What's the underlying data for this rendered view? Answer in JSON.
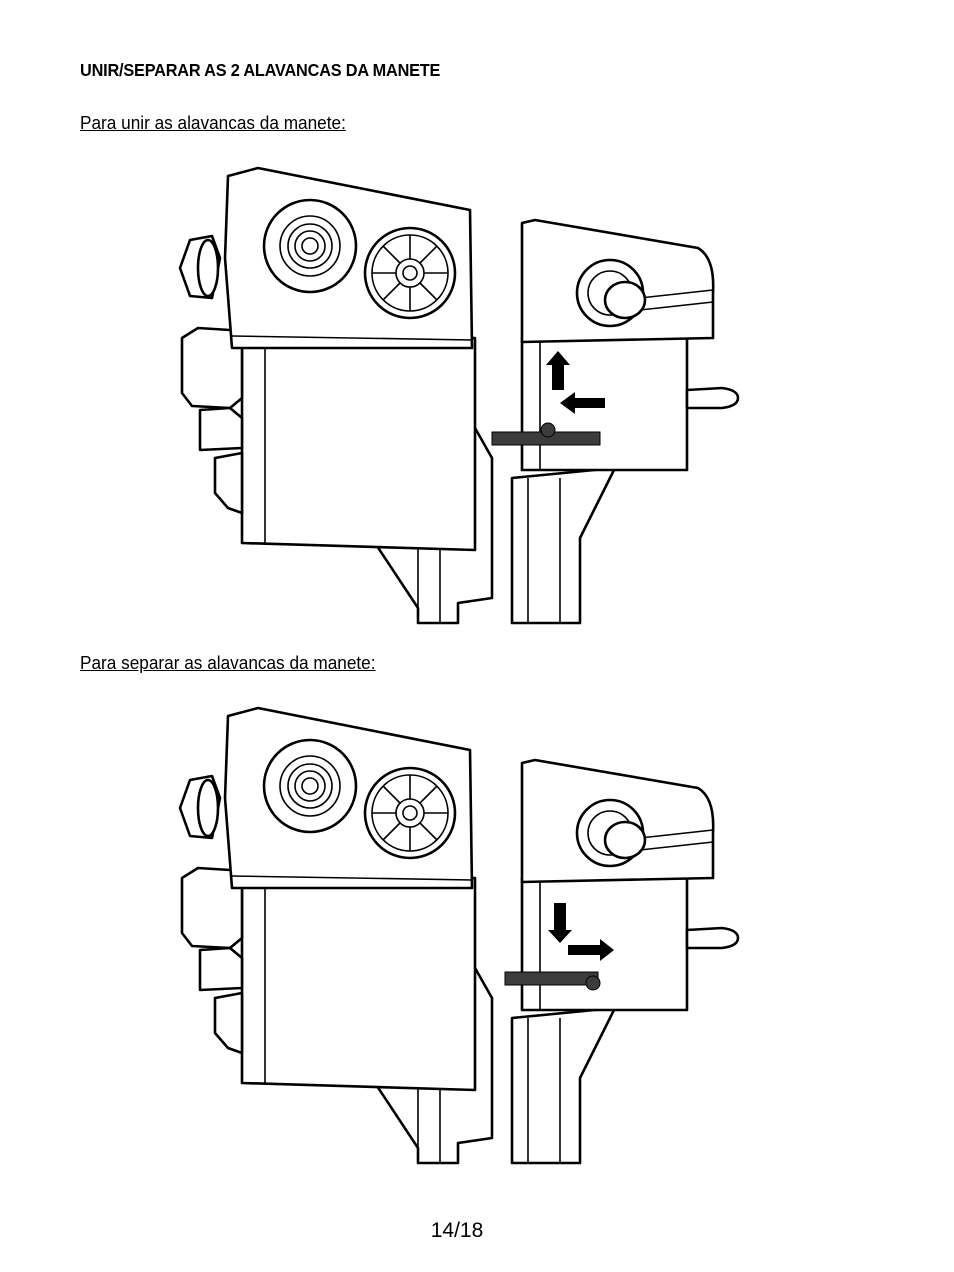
{
  "document": {
    "heading": "UNIR/SEPARAR AS 2 ALAVANCAS DA MANETE",
    "section_join": {
      "title": "Para unir as alavancas da manete:",
      "arrows": [
        "arrow-up",
        "arrow-left"
      ]
    },
    "section_separate": {
      "title": "Para separar as alavancas da manete:",
      "arrows": [
        "arrow-down",
        "arrow-right"
      ]
    },
    "page_number": "14/18"
  }
}
